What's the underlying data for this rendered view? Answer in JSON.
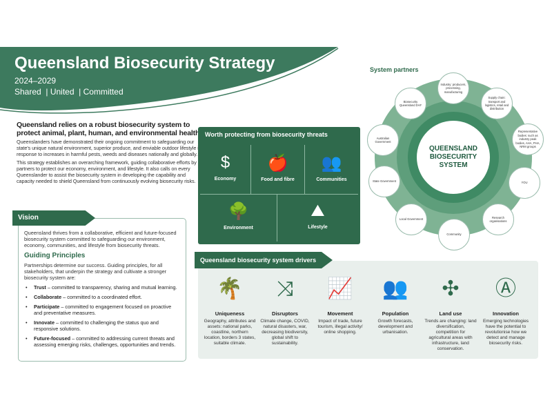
{
  "header": {
    "title": "Queensland Biosecurity Strategy",
    "years": "2024–2029",
    "tagline": "Shared  | United  | Committed"
  },
  "intro": {
    "heading": "Queensland relies on a robust biosecurity system to protect animal, plant, human, and environmental health.",
    "p1": "Queenslanders have demonstrated their ongoing commitment to safeguarding our state's unique natural environment, superior produce, and enviable outdoor lifestyle in response to increases in harmful pests, weeds and diseases nationally and globally.",
    "p2": "This strategy establishes an overarching framework, guiding collaborative efforts by all partners to protect our economy, environment, and lifestyle. It also calls on every Queenslander to assist the biosecurity system in developing the capability and capacity needed to shield Queensland from continuously evolving biosecurity risks."
  },
  "vision": {
    "label": "Vision",
    "text": "Queensland thrives from a collaborative, efficient and future-focused biosecurity system committed to safeguarding our environment, economy, communities, and lifestyle from biosecurity threats.",
    "gp_title": "Guiding Principles",
    "gp_text": "Partnerships determine our success. Guiding principles, for all stakeholders, that underpin the strategy and cultivate a stronger biosecurity system are:",
    "principles": [
      {
        "name": "Trust",
        "desc": " – committed to transparency, sharing and mutual learning."
      },
      {
        "name": "Collaborate",
        "desc": " – committed to a coordinated effort."
      },
      {
        "name": "Participate",
        "desc": " – committed to engagement focused on proactive and preventative measures."
      },
      {
        "name": "Innovate",
        "desc": " – committed to challenging the status quo and responsive solutions."
      },
      {
        "name": "Future-focused",
        "desc": " – committed to addressing current threats and assessing emerging risks, challenges, opportunities and trends."
      }
    ]
  },
  "worth": {
    "title": "Worth protecting from biosecurity threats",
    "items": [
      {
        "label": "Economy",
        "icon": "dollar-icon"
      },
      {
        "label": "Food and fibre",
        "icon": "food-icon"
      },
      {
        "label": "Communities",
        "icon": "people-icon"
      },
      {
        "label": "Environment",
        "icon": "trees-icon"
      },
      {
        "label": "Lifestyle",
        "icon": "hikers-icon"
      }
    ]
  },
  "drivers": {
    "title": "Queensland biosecurity system drivers",
    "items": [
      {
        "name": "Uniqueness",
        "icon": "palm-island-icon",
        "desc": "Geography, attributes and assets: national parks, coastline, northern location, borders 3 states, suitable climate."
      },
      {
        "name": "Disruptors",
        "icon": "arrows-icon",
        "desc": "Climate change, COVID, natural disasters, war, decreasing biodiversity, global shift to sustainability."
      },
      {
        "name": "Movement",
        "icon": "chart-up-icon",
        "desc": "Impact of trade, future tourism, illegal activity/ online shopping."
      },
      {
        "name": "Population",
        "icon": "crowd-icon",
        "desc": "Growth forecasts, development and urbanisation."
      },
      {
        "name": "Land use",
        "icon": "windmill-icon",
        "desc": "Trends are changing: land diversification, competition for agricultural areas with infrastructure, land conservation."
      },
      {
        "name": "Innovation",
        "icon": "ai-icon",
        "desc": "Emerging technologies have the potential to revolutionise how we detect and manage biosecurity risks."
      }
    ]
  },
  "partners": {
    "title": "System partners",
    "center": "QUEENSLAND BIOSECURITY SYSTEM",
    "items": [
      "Industry: producers, processing, manufacturing",
      "Supply chain: transport and logistics, retail and distribution",
      "Representative bodies: such as industry peak bodies, AHA, PHA, NRM groups",
      "YOU",
      "Research organisations",
      "Community",
      "Local Government",
      "State Government",
      "Australian Government",
      "Biosecurity Queensland DAF"
    ]
  },
  "colors": {
    "dark_green": "#2f6a4c",
    "header_green": "#3d7a5e",
    "panel_bg": "#e9efec"
  }
}
